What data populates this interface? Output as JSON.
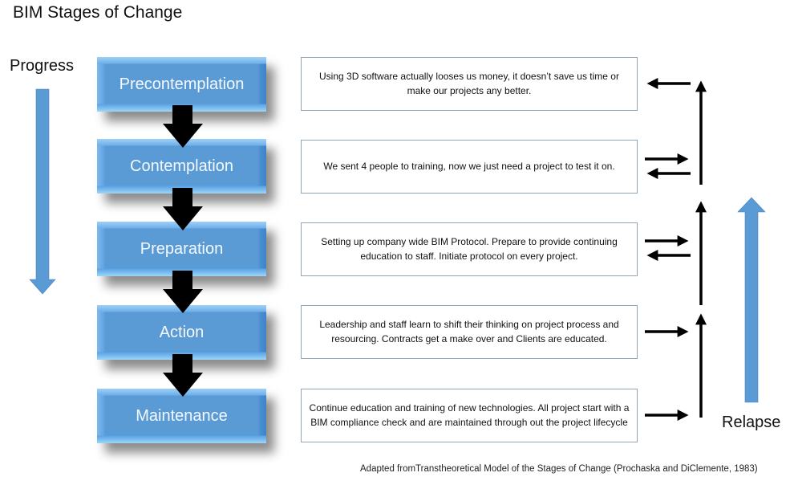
{
  "title": "BIM Stages of Change",
  "progress_label": "Progress",
  "relapse_label": "Relapse",
  "credit": "Adapted fromTranstheoretical Model of the Stages of Change (Prochaska and DiClemente, 1983)",
  "colors": {
    "stage_fill": "#5b9bd5",
    "stage_text": "#f4f9ff",
    "side_arrow": "#5b9bd5",
    "connector_arrow": "#000000",
    "desc_border": "#8ea6b8"
  },
  "stages": [
    {
      "name": "Precontemplation",
      "description": "Using 3D software actually looses us money, it doesn’t save us time or make our projects any better.",
      "feedback_arrows": [
        "in"
      ]
    },
    {
      "name": "Contemplation",
      "description": "We sent 4 people to training, now we just need a project to test it on.",
      "feedback_arrows": [
        "out",
        "in"
      ]
    },
    {
      "name": "Preparation",
      "description": "Setting up company wide BIM Protocol. Prepare to provide continuing education to staff. Initiate protocol on every project.",
      "feedback_arrows": [
        "out",
        "in"
      ]
    },
    {
      "name": "Action",
      "description": "Leadership and staff learn to shift their thinking on project process and resourcing. Contracts get a make over and Clients are educated.",
      "feedback_arrows": [
        "out"
      ]
    },
    {
      "name": "Maintenance",
      "description": "Continue education and training of new technologies. All project start with a BIM compliance check and are maintained through out the project lifecycle",
      "feedback_arrows": [
        "out"
      ]
    }
  ],
  "icons": {
    "progress": "arrow-down-icon",
    "relapse": "arrow-up-icon",
    "stage_connector": "arrow-down-icon"
  }
}
